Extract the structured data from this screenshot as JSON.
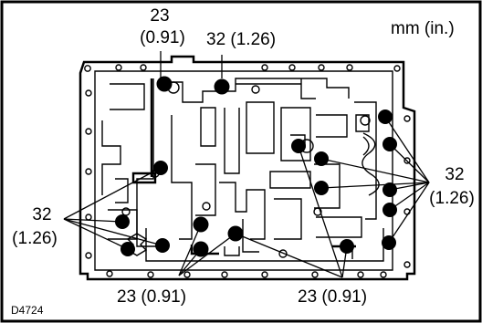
{
  "unit_label": "mm (in.)",
  "figure_code": "D4724",
  "labels": {
    "top_left_value": "23",
    "top_left_inch": "(0.91)",
    "top_center": "32 (1.26)",
    "right_value": "32",
    "right_inch": "(1.26)",
    "left_value": "32",
    "left_inch": "(1.26)",
    "bottom_left": "23 (0.91)",
    "bottom_right": "23 (0.91)"
  },
  "colors": {
    "ink": "#000000",
    "paper": "#ffffff"
  }
}
